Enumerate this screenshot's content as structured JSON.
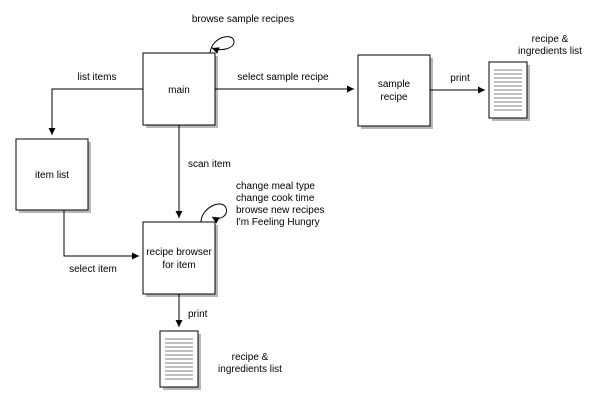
{
  "nodes": {
    "main": "main",
    "sample_recipe": [
      "sample",
      "recipe"
    ],
    "item_list": "item list",
    "recipe_browser": [
      "recipe browser",
      "for item"
    ]
  },
  "edges": {
    "browse_sample_recipes": "browse sample recipes",
    "list_items": "list items",
    "select_sample_recipe": "select sample recipe",
    "print_top": "print",
    "scan_item": "scan item",
    "select_item": "select item",
    "print_bottom": "print",
    "browser_options": [
      "change meal type",
      "change cook time",
      "browse new recipes",
      "I'm Feeling Hungry"
    ]
  },
  "documents": {
    "top": [
      "recipe &",
      "ingredients list"
    ],
    "bottom": [
      "recipe &",
      "ingredients list"
    ]
  }
}
